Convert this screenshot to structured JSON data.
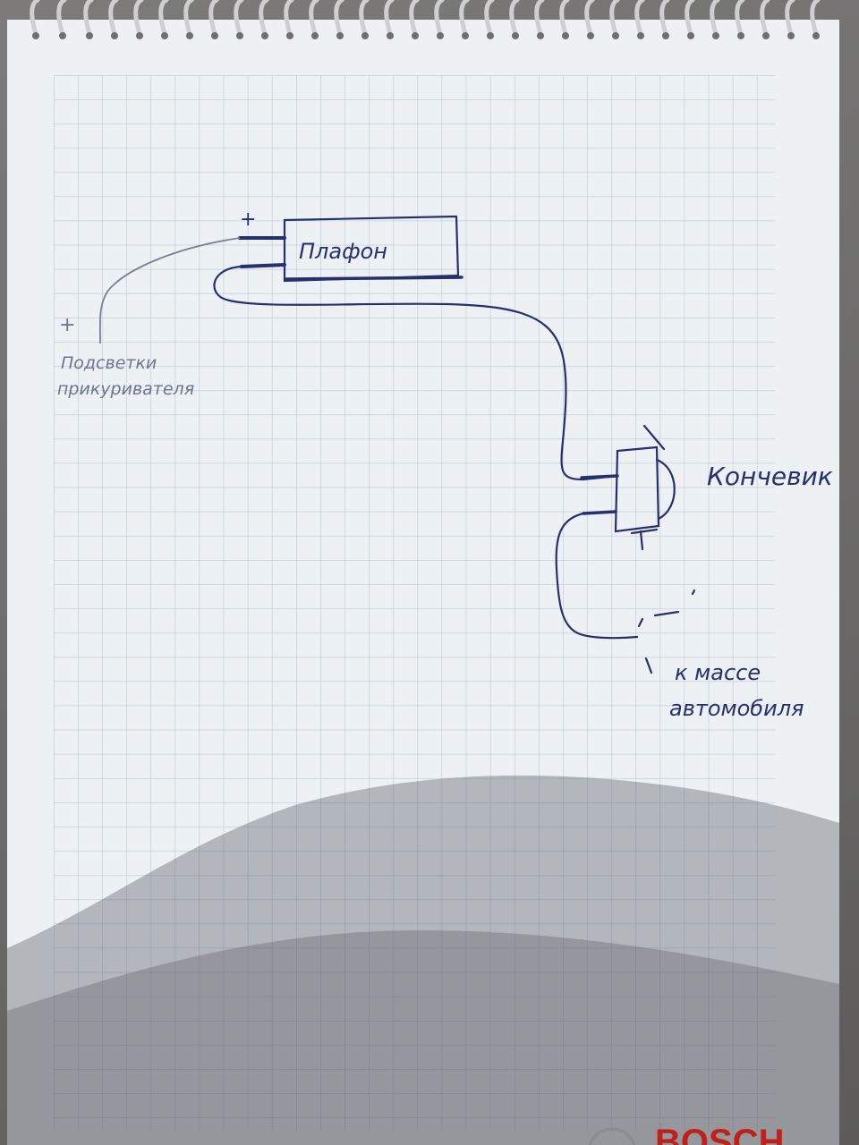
{
  "labels": {
    "plafon": "Плафон",
    "konchevik": "Кончевик",
    "mass_line1": "к массе",
    "mass_line2": "автомобиля",
    "backlight_line1": "Подсветки",
    "backlight_line2": "прикуривателя",
    "plus_top": "+",
    "plus_left": "+",
    "minus": "—"
  },
  "brand": {
    "name": "BOSCH"
  },
  "colors": {
    "ink": "#26306e",
    "pencil": "#6f7590",
    "grid": "#b9c9d6",
    "paper": "#eef1f3",
    "brand_red": "#c0201a"
  }
}
